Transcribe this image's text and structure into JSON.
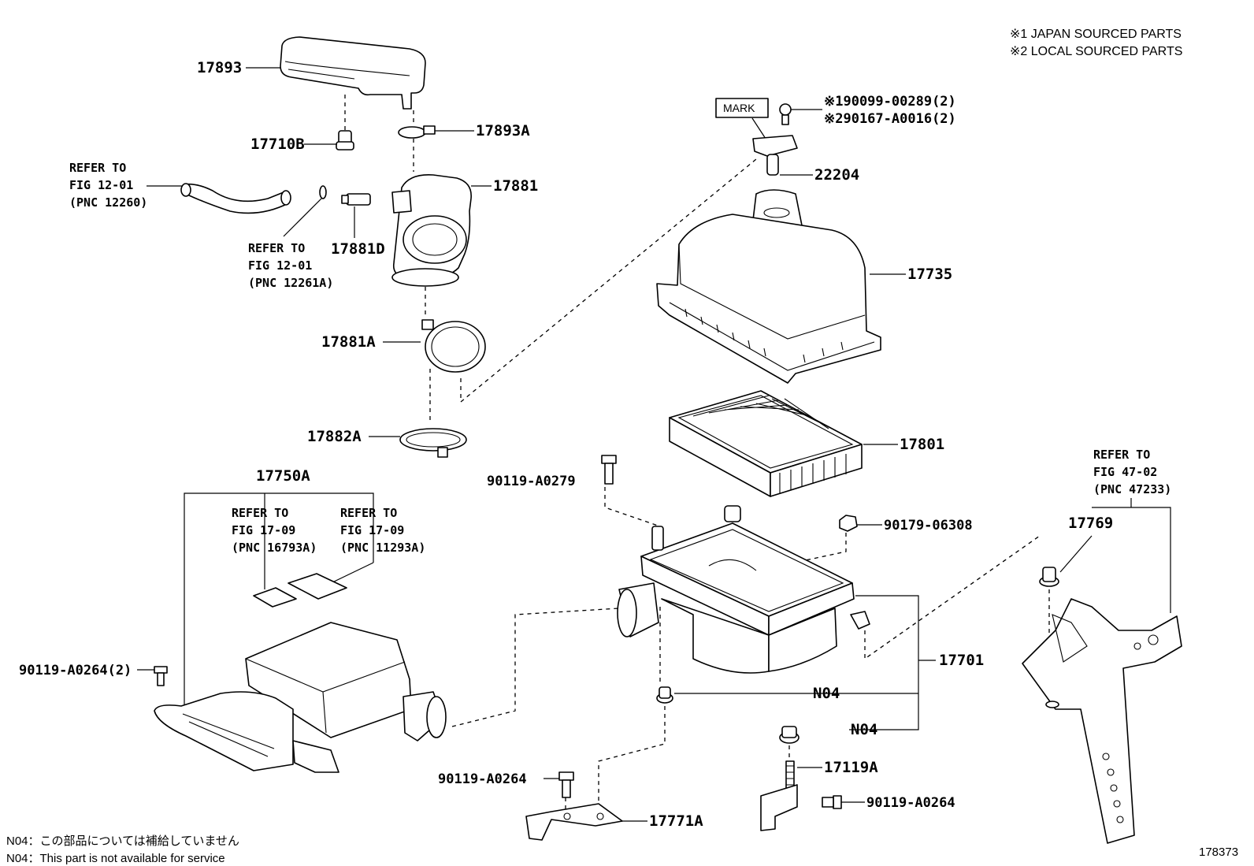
{
  "notes": {
    "japan_sourced": "※1 JAPAN SOURCED PARTS",
    "local_sourced": "※2 LOCAL SOURCED PARTS",
    "n04_jp": "N04：この部品については補給していません",
    "n04_en": "N04：This part is not available for service",
    "figure_number": "178373"
  },
  "parts": {
    "p17893": "17893",
    "p17710B": "17710B",
    "p17893A": "17893A",
    "p17881": "17881",
    "p17881D": "17881D",
    "p17881A": "17881A",
    "p17882A": "17882A",
    "p17750A": "17750A",
    "p22204": "22204",
    "p190099": "※190099-00289(2)",
    "p290167": "※290167-A0016(2)",
    "mark": "MARK",
    "p17735": "17735",
    "p17801": "17801",
    "p90119_A0279": "90119-A0279",
    "p90179_06308": "90179-06308",
    "p17769": "17769",
    "p17701": "17701",
    "n04_a": "N04",
    "n04_b": "N04",
    "p17119A": "17119A",
    "p90119_A0264_right": "90119-A0264",
    "p90119_A0264_mid": "90119-A0264",
    "p90119_A0264_2": "90119-A0264(2)",
    "p17771A": "17771A"
  },
  "refs": {
    "r12260": {
      "line1": "REFER TO",
      "line2": "FIG 12-01",
      "line3": "(PNC 12260)"
    },
    "r12261A": {
      "line1": "REFER TO",
      "line2": "FIG 12-01",
      "line3": "(PNC 12261A)"
    },
    "r16793A": {
      "line1": "REFER TO",
      "line2": "FIG 17-09",
      "line3": "(PNC 16793A)"
    },
    "r11293A": {
      "line1": "REFER TO",
      "line2": "FIG 17-09",
      "line3": "(PNC 11293A)"
    },
    "r47233": {
      "line1": "REFER TO",
      "line2": "FIG 47-02",
      "line3": "(PNC 47233)"
    }
  }
}
